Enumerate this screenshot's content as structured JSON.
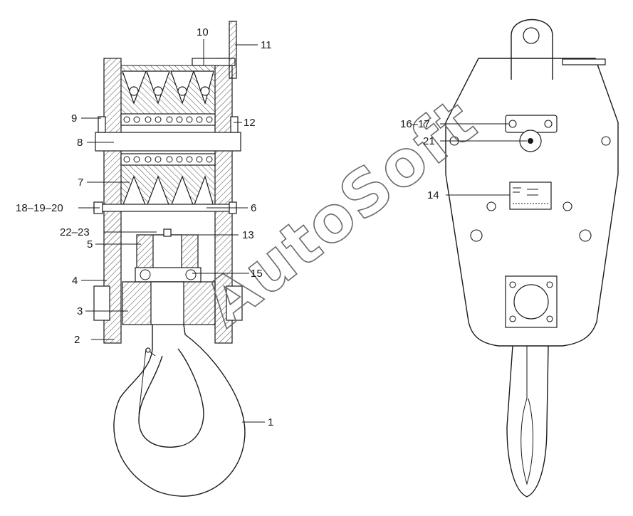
{
  "watermark": "AutoSoft",
  "callouts": {
    "c1": "1",
    "c2": "2",
    "c3": "3",
    "c4": "4",
    "c5": "5",
    "c6": "6",
    "c7": "7",
    "c8": "8",
    "c9": "9",
    "c10": "10",
    "c11": "11",
    "c12": "12",
    "c13": "13",
    "c14": "14",
    "c15": "15",
    "c16_17": "16–17",
    "c18_19_20": "18–19–20",
    "c21": "21",
    "c22_23": "22–23"
  }
}
